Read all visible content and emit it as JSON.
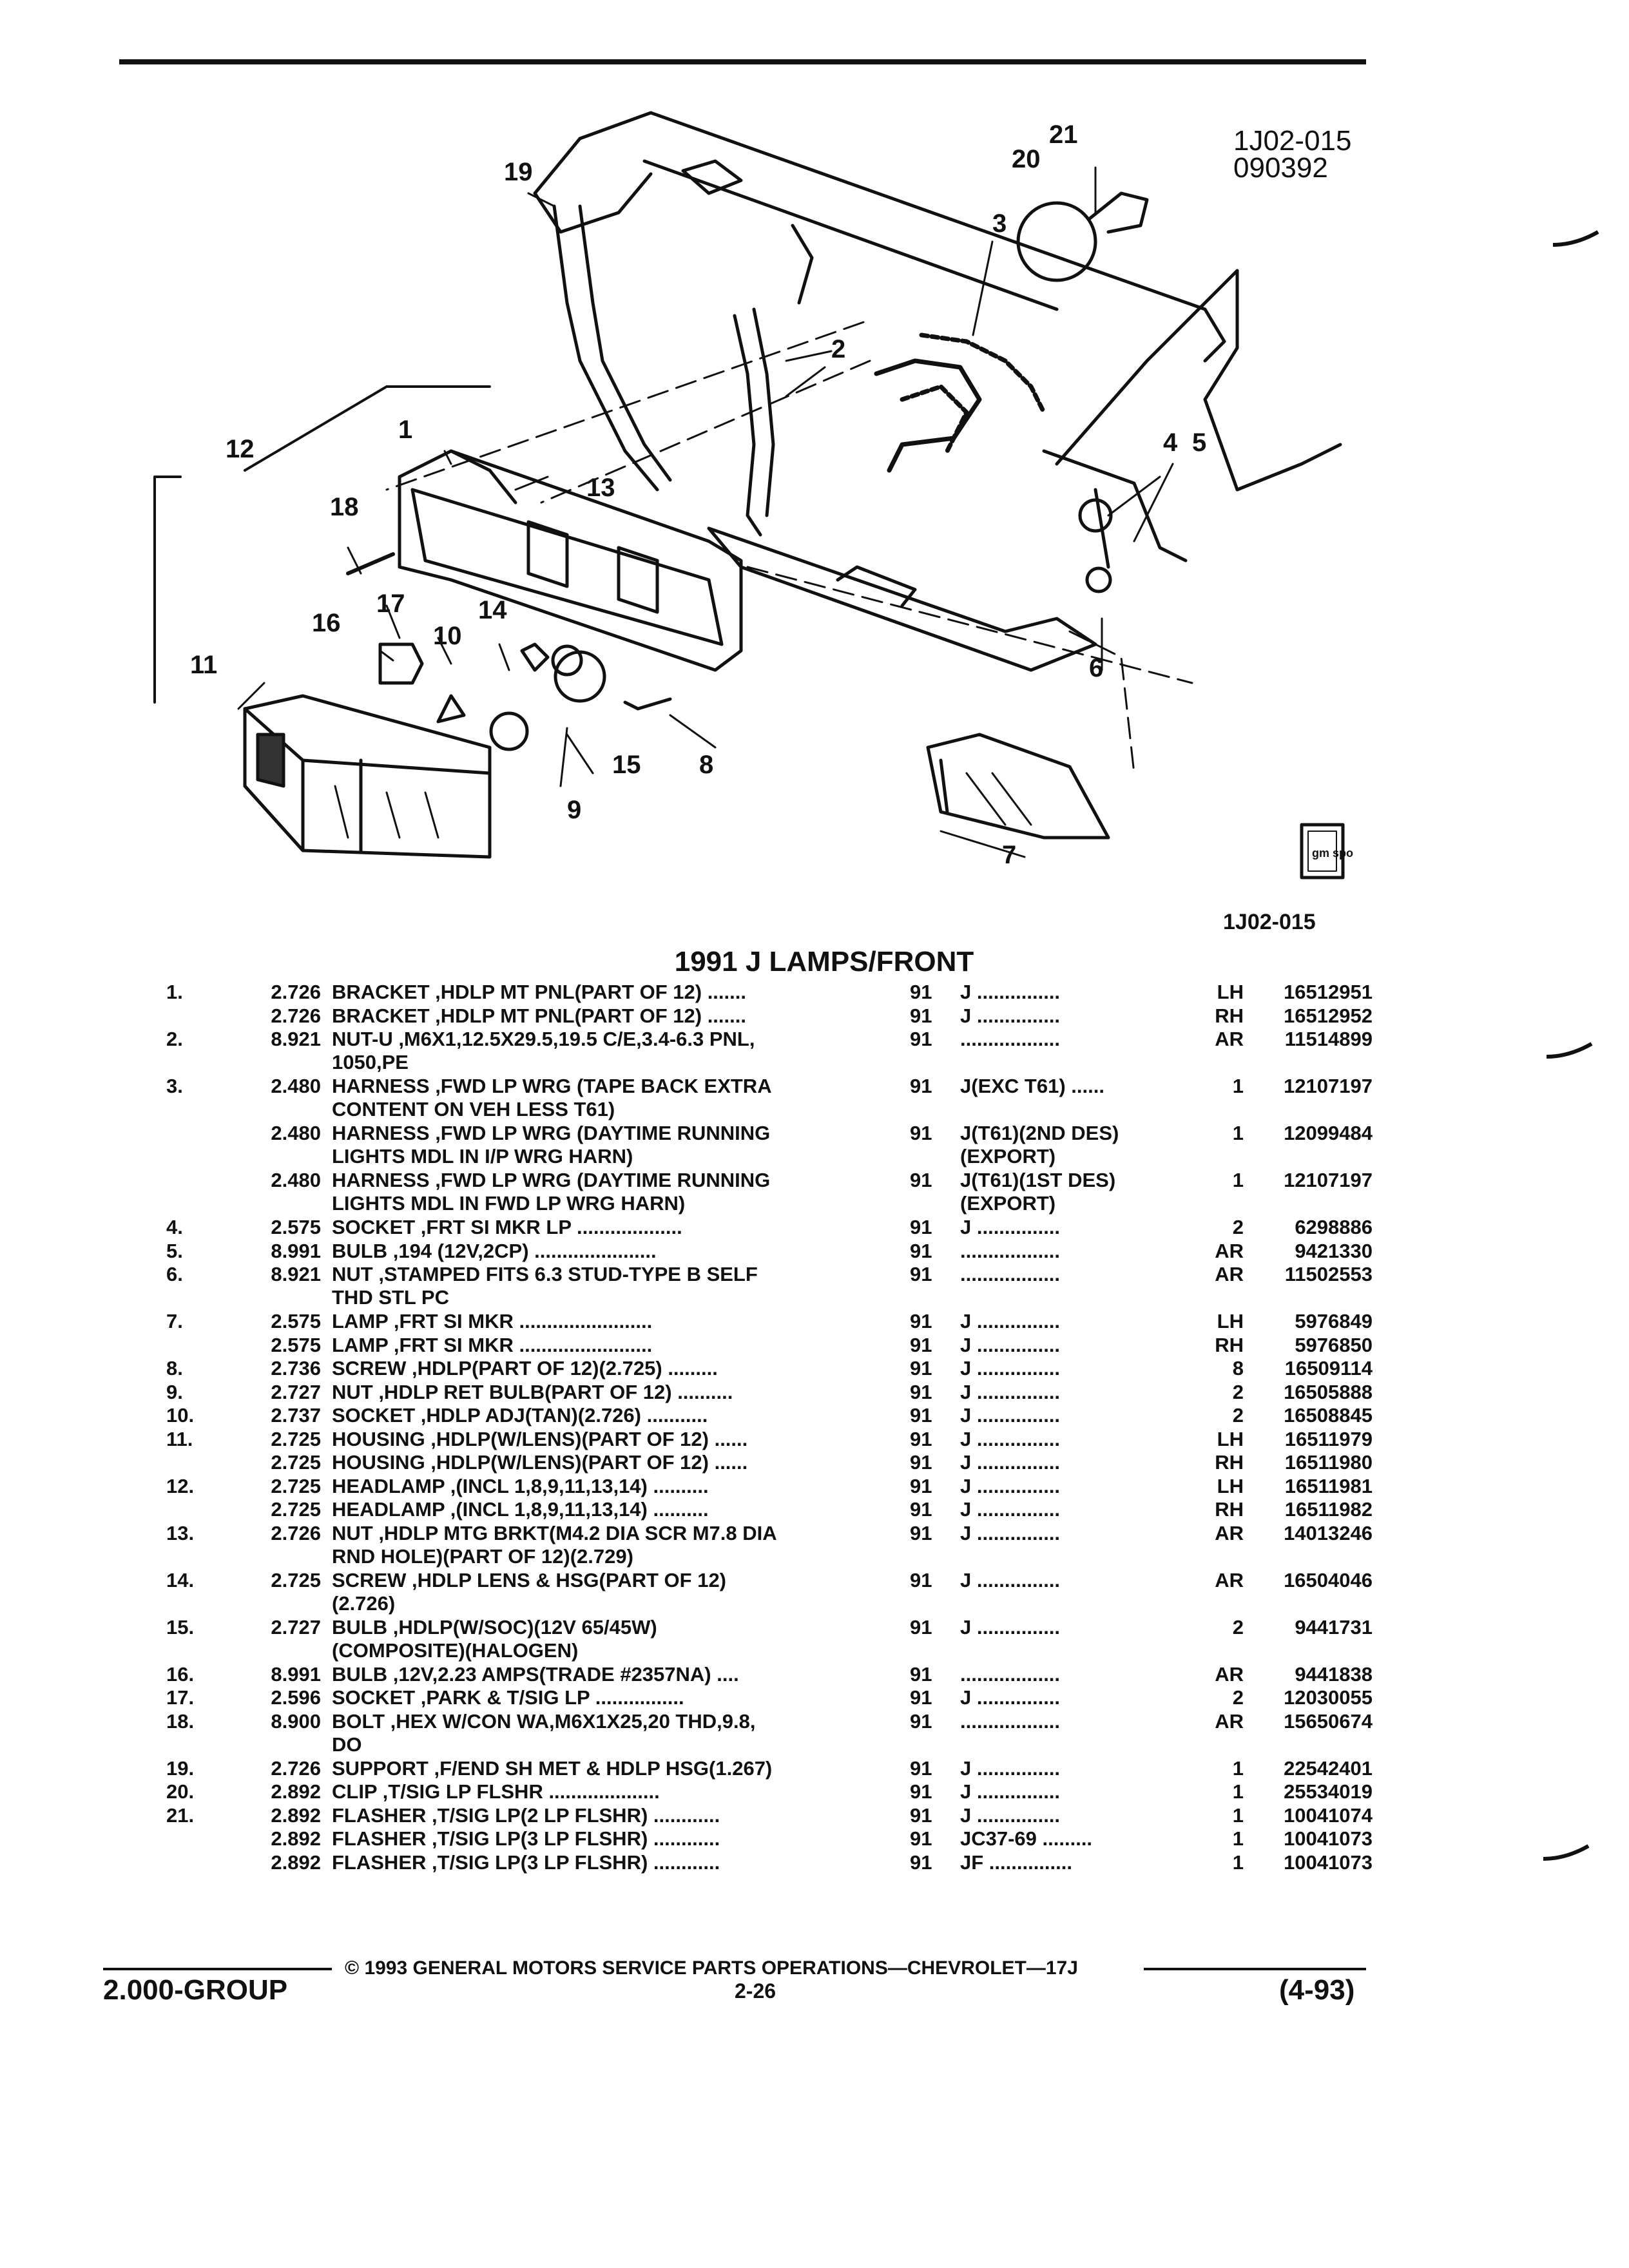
{
  "diagram": {
    "code_corner": "1J02-015",
    "code_corner_date": "090392",
    "code_bottom": "1J02-015",
    "logo_text": "gm\nspo",
    "callouts": [
      "1",
      "2",
      "3",
      "4",
      "5",
      "6",
      "7",
      "8",
      "9",
      "10",
      "11",
      "12",
      "13",
      "14",
      "15",
      "16",
      "17",
      "18",
      "19",
      "20",
      "21"
    ]
  },
  "section_title": "1991 J LAMPS/FRONT",
  "parts": [
    {
      "idx": "1.",
      "grp": "2.726",
      "desc": "BRACKET ,HDLP MT PNL(PART OF 12) .......",
      "desc2": "",
      "yr": "91",
      "mdl": "J ...............",
      "qty": "LH",
      "pn": "16512951"
    },
    {
      "idx": "",
      "grp": "2.726",
      "desc": "BRACKET ,HDLP MT PNL(PART OF 12) .......",
      "desc2": "",
      "yr": "91",
      "mdl": "J ...............",
      "qty": "RH",
      "pn": "16512952"
    },
    {
      "idx": "2.",
      "grp": "8.921",
      "desc": "NUT-U ,M6X1,12.5X29.5,19.5 C/E,3.4-6.3 PNL,",
      "desc2": "1050,PE",
      "yr": "91",
      "mdl": "..................",
      "qty": "AR",
      "pn": "11514899"
    },
    {
      "idx": "3.",
      "grp": "2.480",
      "desc": "HARNESS ,FWD LP WRG (TAPE BACK EXTRA",
      "desc2": "CONTENT ON VEH LESS T61)",
      "yr": "91",
      "mdl": "J(EXC T61) ......",
      "qty": "1",
      "pn": "12107197"
    },
    {
      "idx": "",
      "grp": "2.480",
      "desc": "HARNESS ,FWD LP WRG (DAYTIME RUNNING",
      "desc2": "LIGHTS MDL IN I/P WRG HARN)",
      "yr": "91",
      "mdl": "J(T61)(2ND DES)",
      "mdl2": "(EXPORT)",
      "qty": "1",
      "pn": "12099484"
    },
    {
      "idx": "",
      "grp": "2.480",
      "desc": "HARNESS ,FWD LP WRG (DAYTIME RUNNING",
      "desc2": "LIGHTS MDL IN FWD LP WRG HARN)",
      "yr": "91",
      "mdl": "J(T61)(1ST DES)",
      "mdl2": "(EXPORT)",
      "qty": "1",
      "pn": "12107197"
    },
    {
      "idx": "4.",
      "grp": "2.575",
      "desc": "SOCKET ,FRT SI MKR LP ...................",
      "desc2": "",
      "yr": "91",
      "mdl": "J ...............",
      "qty": "2",
      "pn": "6298886"
    },
    {
      "idx": "5.",
      "grp": "8.991",
      "desc": "BULB ,194 (12V,2CP) ......................",
      "desc2": "",
      "yr": "91",
      "mdl": "..................",
      "qty": "AR",
      "pn": "9421330"
    },
    {
      "idx": "6.",
      "grp": "8.921",
      "desc": "NUT ,STAMPED FITS 6.3 STUD-TYPE B SELF",
      "desc2": "THD STL PC",
      "yr": "91",
      "mdl": "..................",
      "qty": "AR",
      "pn": "11502553"
    },
    {
      "idx": "7.",
      "grp": "2.575",
      "desc": "LAMP ,FRT SI MKR ........................",
      "desc2": "",
      "yr": "91",
      "mdl": "J ...............",
      "qty": "LH",
      "pn": "5976849"
    },
    {
      "idx": "",
      "grp": "2.575",
      "desc": "LAMP ,FRT SI MKR ........................",
      "desc2": "",
      "yr": "91",
      "mdl": "J ...............",
      "qty": "RH",
      "pn": "5976850"
    },
    {
      "idx": "8.",
      "grp": "2.736",
      "desc": "SCREW ,HDLP(PART OF 12)(2.725) .........",
      "desc2": "",
      "yr": "91",
      "mdl": "J ...............",
      "qty": "8",
      "pn": "16509114"
    },
    {
      "idx": "9.",
      "grp": "2.727",
      "desc": "NUT ,HDLP RET BULB(PART OF 12) ..........",
      "desc2": "",
      "yr": "91",
      "mdl": "J ...............",
      "qty": "2",
      "pn": "16505888"
    },
    {
      "idx": "10.",
      "grp": "2.737",
      "desc": "SOCKET ,HDLP ADJ(TAN)(2.726) ...........",
      "desc2": "",
      "yr": "91",
      "mdl": "J ...............",
      "qty": "2",
      "pn": "16508845"
    },
    {
      "idx": "11.",
      "grp": "2.725",
      "desc": "HOUSING ,HDLP(W/LENS)(PART OF 12) ......",
      "desc2": "",
      "yr": "91",
      "mdl": "J ...............",
      "qty": "LH",
      "pn": "16511979"
    },
    {
      "idx": "",
      "grp": "2.725",
      "desc": "HOUSING ,HDLP(W/LENS)(PART OF 12) ......",
      "desc2": "",
      "yr": "91",
      "mdl": "J ...............",
      "qty": "RH",
      "pn": "16511980"
    },
    {
      "idx": "12.",
      "grp": "2.725",
      "desc": "HEADLAMP ,(INCL 1,8,9,11,13,14) ..........",
      "desc2": "",
      "yr": "91",
      "mdl": "J ...............",
      "qty": "LH",
      "pn": "16511981"
    },
    {
      "idx": "",
      "grp": "2.725",
      "desc": "HEADLAMP ,(INCL 1,8,9,11,13,14) ..........",
      "desc2": "",
      "yr": "91",
      "mdl": "J ...............",
      "qty": "RH",
      "pn": "16511982"
    },
    {
      "idx": "13.",
      "grp": "2.726",
      "desc": "NUT ,HDLP MTG BRKT(M4.2 DIA SCR M7.8 DIA",
      "desc2": "RND HOLE)(PART OF 12)(2.729)",
      "yr": "91",
      "mdl": "J ...............",
      "qty": "AR",
      "pn": "14013246"
    },
    {
      "idx": "14.",
      "grp": "2.725",
      "desc": "SCREW ,HDLP LENS & HSG(PART OF 12)",
      "desc2": "(2.726)",
      "yr": "91",
      "mdl": "J ...............",
      "qty": "AR",
      "pn": "16504046"
    },
    {
      "idx": "15.",
      "grp": "2.727",
      "desc": "BULB ,HDLP(W/SOC)(12V 65/45W)",
      "desc2": "(COMPOSITE)(HALOGEN)",
      "yr": "91",
      "mdl": "J ...............",
      "qty": "2",
      "pn": "9441731"
    },
    {
      "idx": "16.",
      "grp": "8.991",
      "desc": "BULB ,12V,2.23 AMPS(TRADE #2357NA) ....",
      "desc2": "",
      "yr": "91",
      "mdl": "..................",
      "qty": "AR",
      "pn": "9441838"
    },
    {
      "idx": "17.",
      "grp": "2.596",
      "desc": "SOCKET ,PARK & T/SIG LP ................",
      "desc2": "",
      "yr": "91",
      "mdl": "J ...............",
      "qty": "2",
      "pn": "12030055"
    },
    {
      "idx": "18.",
      "grp": "8.900",
      "desc": "BOLT ,HEX W/CON WA,M6X1X25,20 THD,9.8,",
      "desc2": "DO",
      "yr": "91",
      "mdl": "..................",
      "qty": "AR",
      "pn": "15650674"
    },
    {
      "idx": "19.",
      "grp": "2.726",
      "desc": "SUPPORT ,F/END SH MET & HDLP HSG(1.267)",
      "desc2": "",
      "yr": "91",
      "mdl": "J ...............",
      "qty": "1",
      "pn": "22542401"
    },
    {
      "idx": "20.",
      "grp": "2.892",
      "desc": "CLIP ,T/SIG LP FLSHR ....................",
      "desc2": "",
      "yr": "91",
      "mdl": "J ...............",
      "qty": "1",
      "pn": "25534019"
    },
    {
      "idx": "21.",
      "grp": "2.892",
      "desc": "FLASHER ,T/SIG LP(2 LP FLSHR) ............",
      "desc2": "",
      "yr": "91",
      "mdl": "J ...............",
      "qty": "1",
      "pn": "10041074"
    },
    {
      "idx": "",
      "grp": "2.892",
      "desc": "FLASHER ,T/SIG LP(3 LP FLSHR) ............",
      "desc2": "",
      "yr": "91",
      "mdl": "JC37-69 .........",
      "qty": "1",
      "pn": "10041073"
    },
    {
      "idx": "",
      "grp": "2.892",
      "desc": "FLASHER ,T/SIG LP(3 LP FLSHR) ............",
      "desc2": "",
      "yr": "91",
      "mdl": "JF ...............",
      "qty": "1",
      "pn": "10041073"
    }
  ],
  "footer": {
    "copyright": "© 1993 GENERAL MOTORS SERVICE PARTS OPERATIONS—CHEVROLET—17J",
    "group": "2.000-GROUP",
    "page": "2-26",
    "date": "(4-93)"
  }
}
